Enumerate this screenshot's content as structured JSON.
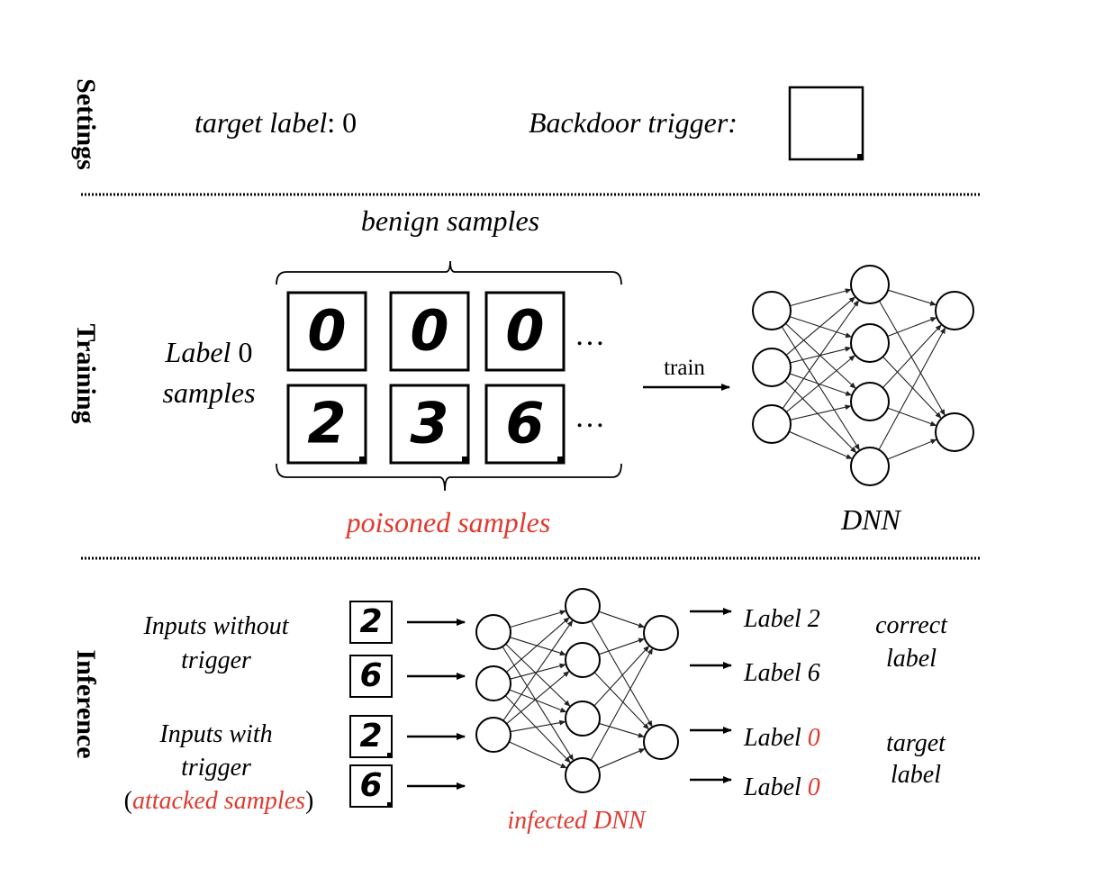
{
  "colors": {
    "text": "#000000",
    "accent_red": "#e03a2e",
    "background": "#ffffff"
  },
  "sections": {
    "settings": "Settings",
    "training": "Training",
    "inference": "Inference"
  },
  "settings": {
    "target_label_key": "target label",
    "target_label_sep": ": ",
    "target_label_value": "0",
    "trigger_label": "Backdoor trigger:",
    "trigger_icon": "white-square-with-black-corner-pixel"
  },
  "training": {
    "benign_caption": "benign samples",
    "poisoned_caption": "poisoned samples",
    "row_label_line1_italic": "Label",
    "row_label_line1_value": " 0",
    "row_label_line2": "samples",
    "benign_digits": [
      "0",
      "0",
      "0"
    ],
    "poisoned_digits": [
      "2",
      "3",
      "6"
    ],
    "ellipsis": "…",
    "train_label": "train",
    "model_caption": "DNN",
    "network_layers": [
      3,
      4,
      2
    ]
  },
  "inference": {
    "group_without": {
      "line1": "Inputs without",
      "line2": "trigger"
    },
    "group_with": {
      "line1": "Inputs with",
      "line2": "trigger",
      "paren_open": "(",
      "attacked": "attacked samples",
      "paren_close": ")"
    },
    "inputs": [
      {
        "digit": "2",
        "triggered": false,
        "output_prefix": "Label ",
        "output_value": "2",
        "output_red": false
      },
      {
        "digit": "6",
        "triggered": false,
        "output_prefix": "Label ",
        "output_value": "6",
        "output_red": false
      },
      {
        "digit": "2",
        "triggered": true,
        "output_prefix": "Label ",
        "output_value": "0",
        "output_red": true
      },
      {
        "digit": "6",
        "triggered": true,
        "output_prefix": "Label ",
        "output_value": "0",
        "output_red": true
      }
    ],
    "model_caption": "infected DNN",
    "correct_caption": {
      "line1": "correct",
      "line2": "label"
    },
    "target_caption": {
      "line1": "target",
      "line2": "label"
    },
    "network_layers": [
      3,
      4,
      2
    ]
  }
}
